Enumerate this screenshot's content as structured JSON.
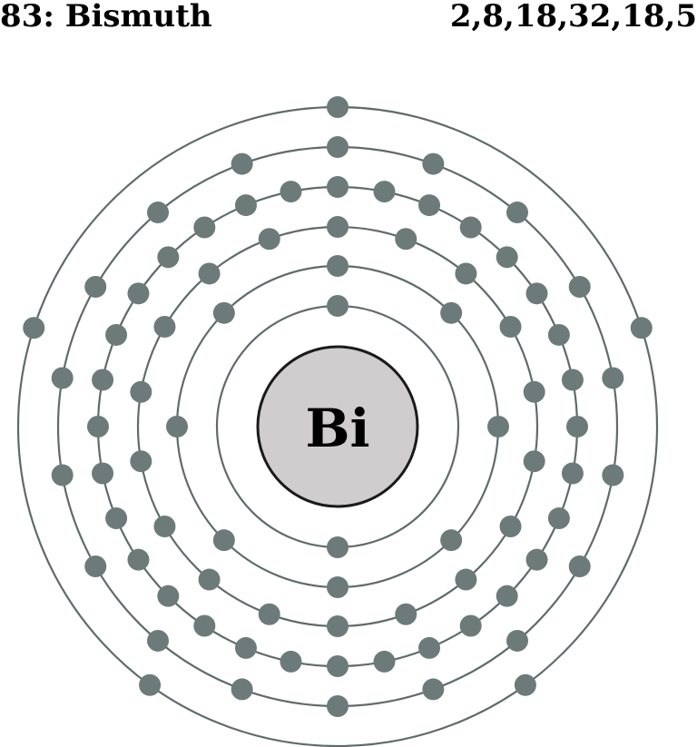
{
  "header": {
    "title": "83: Bismuth",
    "configuration": "2,8,18,32,18,5"
  },
  "atom": {
    "symbol": "Bi",
    "shells": [
      2,
      8,
      18,
      32,
      18,
      5
    ]
  },
  "colors": {
    "shell_line": "#5f6b6b",
    "electron": "#6c7b7a",
    "nucleus_fill": "#cfcdce",
    "nucleus_stroke": "#1a1a1a",
    "text": "#000000"
  }
}
